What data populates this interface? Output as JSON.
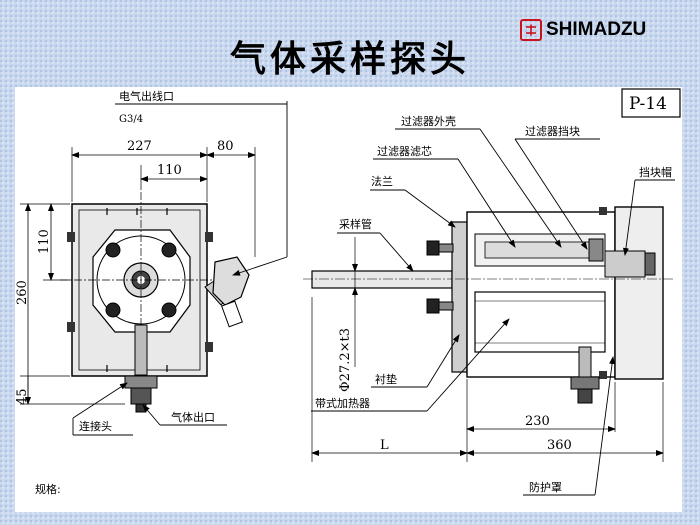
{
  "slide": {
    "title": "气体采样探头"
  },
  "logo": {
    "brand": "SHIMADZU",
    "accent_color": "#c8141e"
  },
  "drawing": {
    "code": "P-14",
    "spec_label": "规格:",
    "left_view": {
      "outlet_label": "电气出线口",
      "outlet_thread": "G3/4",
      "dim_width": "227",
      "dim_half": "110",
      "dim_side": "80",
      "dim_height": "260",
      "dim_upper": "110",
      "dim_lower": "45",
      "connector_label": "连接头",
      "gas_outlet_label": "气体出口"
    },
    "right_view": {
      "filter_housing": "过滤器外壳",
      "filter_stop": "过滤器挡块",
      "filter_core": "过滤器滤芯",
      "flange": "法兰",
      "stop_cap": "挡块帽",
      "sampling_tube": "采样管",
      "tube_diameter": "Φ27.2×t3",
      "gasket": "衬垫",
      "band_heater": "带式加热器",
      "dim_inner": "230",
      "dim_outer": "360",
      "dim_length": "L",
      "cover": "防护罩"
    }
  }
}
